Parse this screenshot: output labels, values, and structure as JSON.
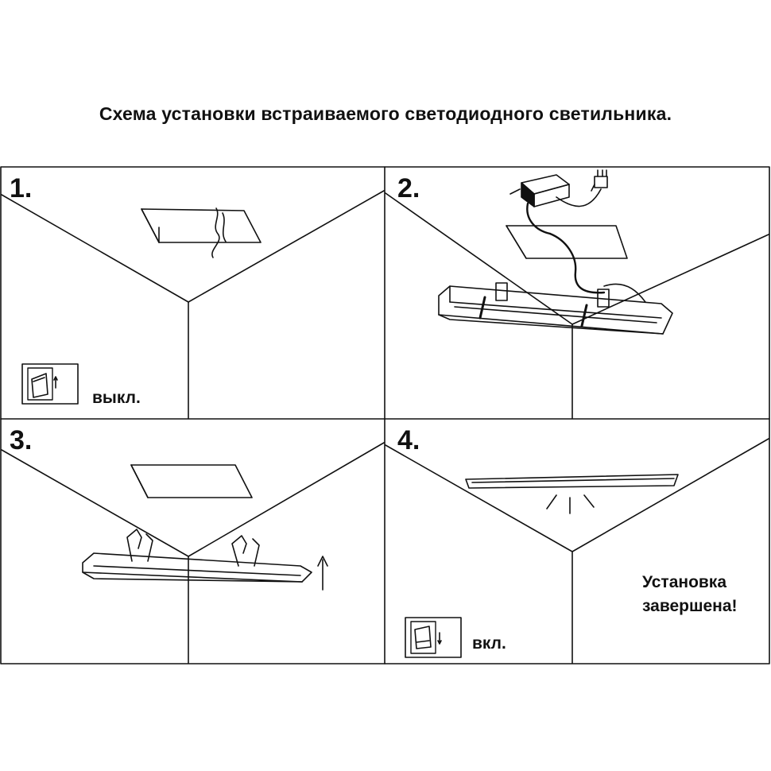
{
  "title": "Схема установки встраиваемого светодиодного светильника.",
  "steps": [
    {
      "number": "1.",
      "switch_label": "выкл."
    },
    {
      "number": "2."
    },
    {
      "number": "3."
    },
    {
      "number": "4.",
      "switch_label": "вкл.",
      "message_line1": "Установка",
      "message_line2": "завершена!"
    }
  ],
  "icons": {
    "switch_off": "wall-switch-off-icon",
    "switch_on": "wall-switch-on-icon",
    "arrow_up": "arrow-up-icon",
    "light_rays": "light-rays-icon"
  }
}
